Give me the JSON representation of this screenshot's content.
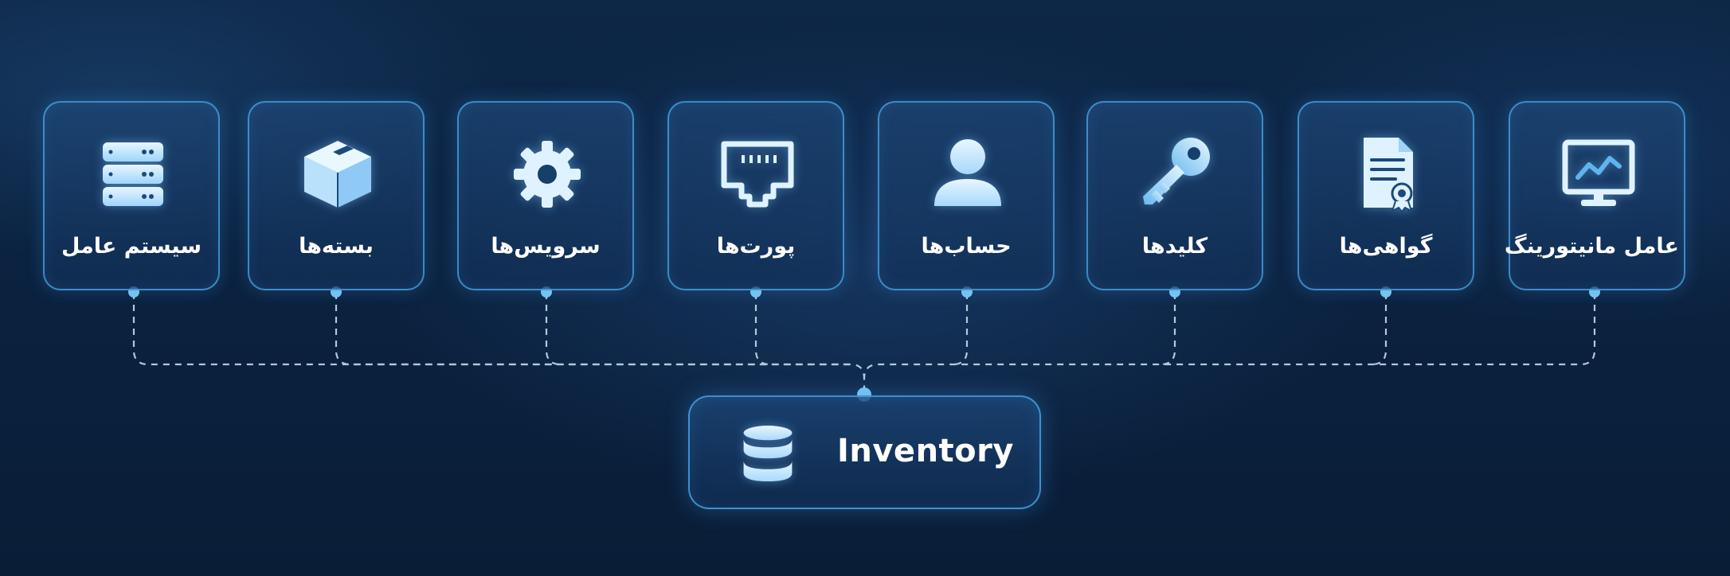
{
  "nodes": [
    {
      "label": "سیستم عامل",
      "icon": "server-stack-icon"
    },
    {
      "label": "بسته‌ها",
      "icon": "package-box-icon"
    },
    {
      "label": "سرویس‌ها",
      "icon": "gear-icon"
    },
    {
      "label": "پورت‌ها",
      "icon": "network-port-icon"
    },
    {
      "label": "حساب‌ها",
      "icon": "user-icon"
    },
    {
      "label": "کلیدها",
      "icon": "key-icon"
    },
    {
      "label": "گواهی‌ها",
      "icon": "certificate-icon"
    },
    {
      "label": "عامل مانیتورینگ",
      "icon": "monitor-chart-icon"
    }
  ],
  "hub": {
    "label": "Inventory",
    "icon": "database-icon"
  },
  "colors": {
    "background": "#0b2240",
    "card_border": "#4aa8eb",
    "icon": "#cfe9ff",
    "connector": "#cfe6f7",
    "dot": "#7cc8f2"
  }
}
